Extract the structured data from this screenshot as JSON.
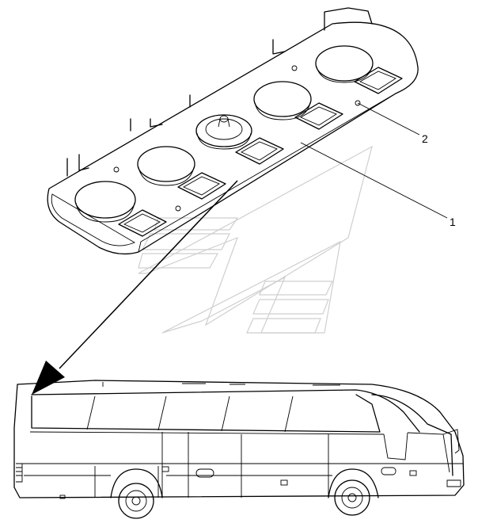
{
  "callouts": [
    {
      "id": "1",
      "text": "1"
    },
    {
      "id": "2",
      "text": "2"
    }
  ],
  "colors": {
    "line": "#000000",
    "watermark": "#cfcfcf",
    "background": "#ffffff"
  }
}
